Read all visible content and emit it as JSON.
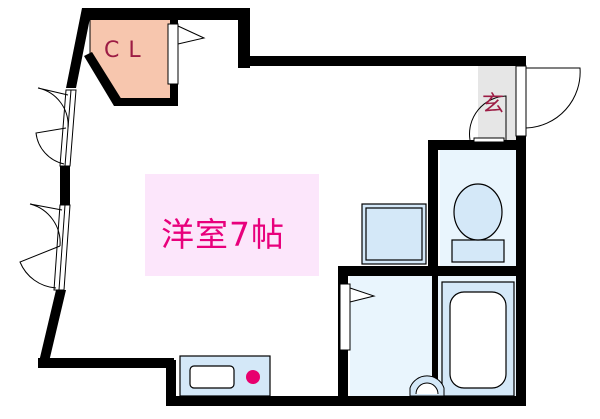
{
  "labels": {
    "closet": "CL",
    "entrance": "玄",
    "room": "洋室7帖"
  },
  "colors": {
    "wall": "#000000",
    "closet_fill": "#f7c6ae",
    "room_tag_fill": "#fce6fb",
    "wet_area_fill": "#e9f5fd",
    "fixture_fill": "#d4e8f8",
    "entrance_floor": "#e6e6e6",
    "label_pink": "#e8007c",
    "label_maroon": "#9c1c44",
    "stove_knob": "#e8006e"
  }
}
